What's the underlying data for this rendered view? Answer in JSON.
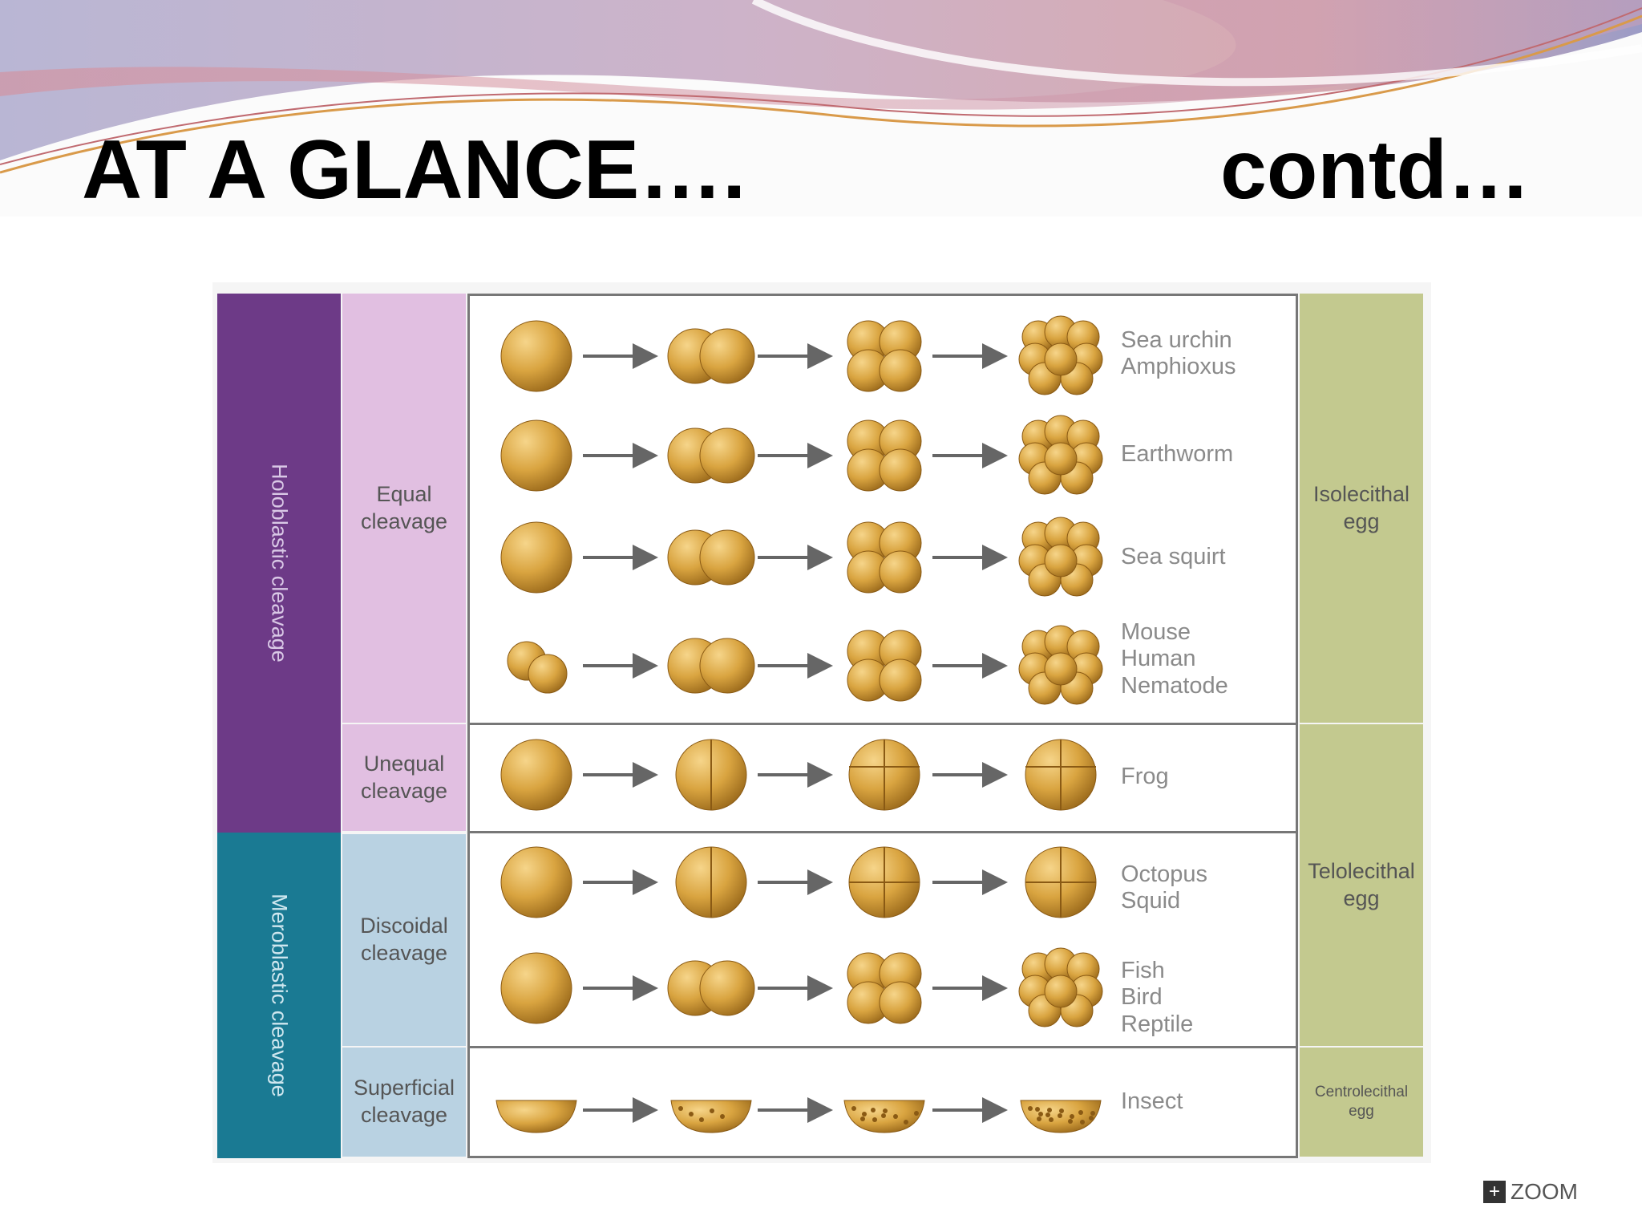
{
  "slide": {
    "title_left": "AT A GLANCE….",
    "title_right": "contd…"
  },
  "figure": {
    "bands": [
      {
        "label": "Holoblastic cleavage"
      },
      {
        "label": "Meroblastic cleavage"
      }
    ],
    "categories": [
      {
        "lines": [
          "Equal",
          "cleavage"
        ]
      },
      {
        "lines": [
          "Unequal",
          "cleavage"
        ]
      },
      {
        "lines": [
          "Discoidal",
          "cleavage"
        ]
      },
      {
        "lines": [
          "Superficial",
          "cleavage"
        ]
      }
    ],
    "egg_types": [
      {
        "lines": [
          "Isolecithal",
          "egg"
        ]
      },
      {
        "lines": [
          "Telolecithal",
          "egg"
        ]
      },
      {
        "lines": [
          "Centrolecithal",
          "egg"
        ]
      }
    ],
    "rows": [
      {
        "organisms": [
          "Sea urchin",
          "Amphioxus"
        ]
      },
      {
        "organisms": [
          "Earthworm"
        ]
      },
      {
        "organisms": [
          "Sea squirt"
        ]
      },
      {
        "organisms": [
          "Mouse",
          "Human",
          "Nematode"
        ]
      },
      {
        "organisms": [
          "Frog"
        ]
      },
      {
        "organisms": [
          "Octopus",
          "Squid"
        ]
      },
      {
        "organisms": [
          "Fish",
          "Bird",
          "Reptile"
        ]
      },
      {
        "organisms": [
          "Insect"
        ]
      }
    ]
  },
  "watermark": {
    "icon": "plus-icon",
    "label": "ZOOM"
  },
  "colors": {
    "holoblastic": "#6d3a87",
    "meroblastic": "#1a7a93",
    "holo_category": "#e1bfe1",
    "mero_category": "#b9d2e2",
    "egg_type": "#c3c98f",
    "embryo": "#d9a440"
  }
}
